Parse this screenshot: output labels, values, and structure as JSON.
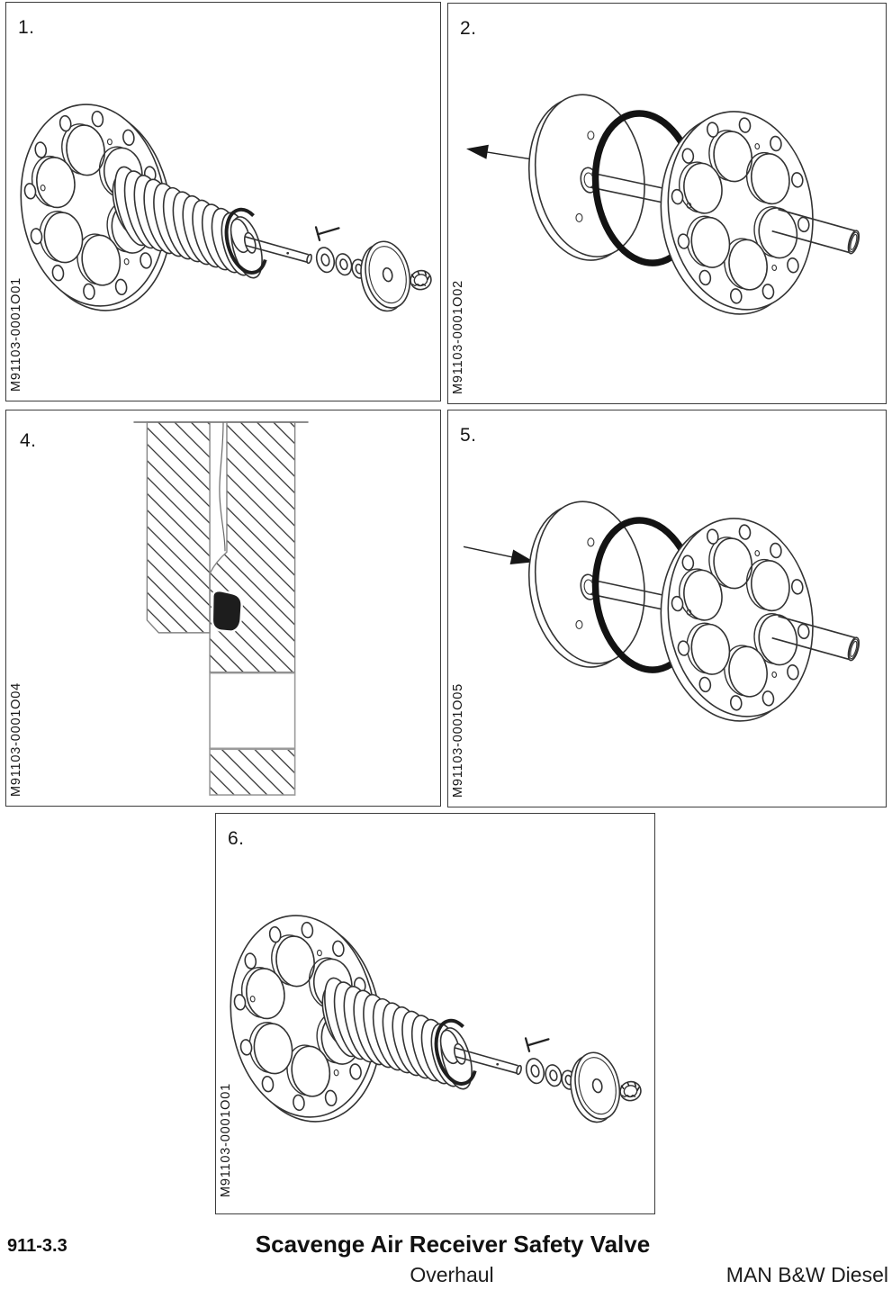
{
  "footer": {
    "section_number": "911-3.3",
    "title": "Scavenge Air Receiver Safety Valve",
    "subtitle": "Overhaul",
    "brand": "MAN B&W Diesel"
  },
  "panels": {
    "p1": {
      "step": "1.",
      "code": "M91103-0001O01"
    },
    "p2": {
      "step": "2.",
      "code": "M91103-0001O02"
    },
    "p4": {
      "step": "4.",
      "code": "M91103-0001O04"
    },
    "p5": {
      "step": "5.",
      "code": "M91103-0001O05"
    },
    "p6": {
      "step": "6.",
      "code": "M91103-0001O01"
    }
  },
  "icons": {
    "p2_arrow": "arrow-pointing-left",
    "p5_arrow": "arrow-pointing-right"
  },
  "colors": {
    "background": "#ffffff",
    "ink": "#1a1a1a",
    "line": "#333333",
    "oring": "#131313",
    "seal_fill": "#1d1d1d",
    "panel_border": "#3c3c3c"
  }
}
